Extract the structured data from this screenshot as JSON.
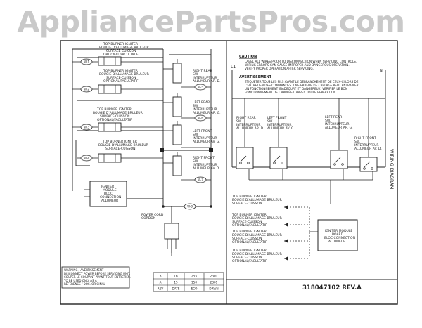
{
  "watermark": "AppliancePartsPros.com",
  "document_number": "318047102 REV.A",
  "side_title": "WIRING DIAGRAM",
  "caution": {
    "title": "CAUTION",
    "lines": [
      "LABEL ALL WIRES PRIOR TO DISCONNECTION WHEN SERVICING CONTROLS.",
      "WIRING ERRORS CAN CAUSE IMPROPER AND DANGEROUS OPERATION.",
      "VERIFY PROPER OPERATION AFTER SERVICING."
    ]
  },
  "attention": {
    "title": "AVERTISSEMENT",
    "lines": [
      "ETIQUETER TOUS LES FILS AVANT LE DEBRANCHEMENT DE CEUX-CI LORS DE",
      "L'ENTRETIEN DES COMMANDES. UNE ERREUR DE CABLAGE PEUT ENTRAINER",
      "UN FONCTIONNEMENT INADEQUAT ET DANGEREUX. VERIFIER LE BON",
      "FONCTIONNEMENT DE L'APPAREIL APRES TOUTE REPARATION."
    ]
  },
  "line_labels": {
    "l1": "L1",
    "n": "N"
  },
  "left_igniters": [
    [
      "TOP BURNER IGNITER",
      "BOUGIE D'ALLUMAGE BRULEUR",
      "SURFACE-CUISSON",
      "OPTIONAL/FACULTATIF"
    ],
    [
      "TOP BURNER IGNITER",
      "BOUGIE D'ALLUMAGE BRULEUR",
      "SURFACE-CUISSON",
      "OPTIONAL/FACULTATIF"
    ],
    [
      "TOP BURNER IGNITER",
      "BOUGIE D'ALLUMAGE BRULEUR",
      "SURFACE-CUISSON",
      "OPTIONAL/FACULTATIF"
    ],
    [
      "TOP BURNER IGNITER",
      "BOUGIE D'ALLUMAGE BRULEUR",
      "SURFACE-CUISSON"
    ]
  ],
  "left_switches": [
    [
      "RIGHT REAR",
      "SW.",
      "INTERRUPTEUR",
      "ALLUMEUR AR. D."
    ],
    [
      "LEFT REAR",
      "SW.",
      "INTERRUPTEUR",
      "ALLUMEUR AR. G."
    ],
    [
      "LEFT FRONT",
      "SW.",
      "INTERRUPTEUR",
      "ALLUMEUR AV. G."
    ],
    [
      "RIGHT FRONT",
      "SW.",
      "INTERRUPTEUR",
      "ALLUMEUR AV. D."
    ]
  ],
  "left_module": [
    "IGNITER",
    "MODULE",
    "BLOC",
    "CONNECTION",
    "ALLUMEUR"
  ],
  "power_cord": [
    "POWER CORD",
    "CORDON"
  ],
  "wire_tags_left": [
    "W-1",
    "W-2",
    "W-3",
    "W-4",
    "W-5",
    "W-6",
    "W-7",
    "W-8"
  ],
  "right_switches": [
    [
      "RIGHT REAR",
      "SW.",
      "INTERRUPTEUR",
      "ALLUMEUR AR. D."
    ],
    [
      "LEFT FRONT",
      "SW.",
      "INTERRUPTEUR",
      "ALLUMEUR AV. G."
    ],
    [
      "LEFT REAR",
      "SW.",
      "INTERRUPTEUR",
      "ALLUMEUR AR. G."
    ],
    [
      "RIGHT FRONT",
      "SW.",
      "INTERRUPTEUR",
      "ALLUMEUR AV. D."
    ]
  ],
  "right_igniters": [
    [
      "TOP BURNER IGNITER",
      "BOUGIE D'ALLUMAGE BRULEUR",
      "SURFACE-CUISSON"
    ],
    [
      "TOP BURNER IGNITER",
      "BOUGIE D'ALLUMAGE BRULEUR",
      "SURFACE-CUISSON",
      "OPTIONAL/FACULTATIF"
    ],
    [
      "TOP BURNER IGNITER",
      "BOUGIE D'ALLUMAGE BRULEUR",
      "SURFACE-CUISSON",
      "OPTIONAL/FACULTATIF"
    ],
    [
      "TOP BURNER IGNITER",
      "BOUGIE D'ALLUMAGE BRULEUR",
      "SURFACE-CUISSON",
      "OPTIONAL/FACULTATIF"
    ]
  ],
  "right_module": [
    "IGNITER MODULE",
    "BOARD",
    "BLOC CONNECTION",
    "ALLUMEUR"
  ],
  "warning_block": [
    "WARNING / AVERTISSEMENT",
    "DISCONNECT POWER BEFORE SERVICING UNIT.",
    "COUPER LE COURANT AVANT TOUT ENTRETIEN.",
    "TO BE USED ONLY AS A",
    "REFERENCE / DOC. ORIGINAL"
  ],
  "title_block": [
    [
      "B",
      "16",
      "255",
      "2301"
    ],
    [
      "A",
      "15",
      "150",
      "2301"
    ],
    [
      "REV",
      "DATE",
      "ECO",
      "DRWN"
    ]
  ]
}
